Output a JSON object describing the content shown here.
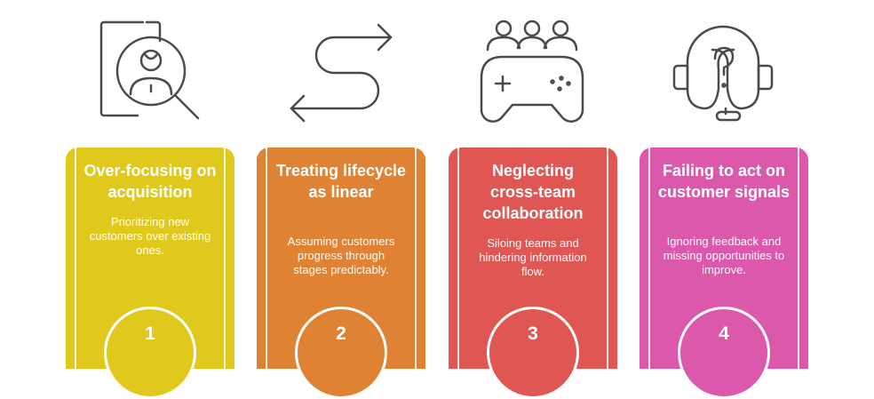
{
  "steps": [
    {
      "number": "1",
      "title": "Over-focusing on acquisition",
      "description": "Prioritizing new customers over existing ones.",
      "color": "#e1c81c",
      "icon": "magnifier-user-icon"
    },
    {
      "number": "2",
      "title": "Treating lifecycle as linear",
      "description": "Assuming customers progress through stages predictably.",
      "color": "#e08233",
      "icon": "s-path-arrows-icon"
    },
    {
      "number": "3",
      "title": "Neglecting cross-team collaboration",
      "description": "Siloing teams and hindering information flow.",
      "color": "#e05653",
      "icon": "team-gamepad-icon"
    },
    {
      "number": "4",
      "title": "Failing to act on customer signals",
      "description": "Ignoring feedback and missing opportunities to improve.",
      "color": "#dc58ab",
      "icon": "question-headset-icon"
    }
  ]
}
